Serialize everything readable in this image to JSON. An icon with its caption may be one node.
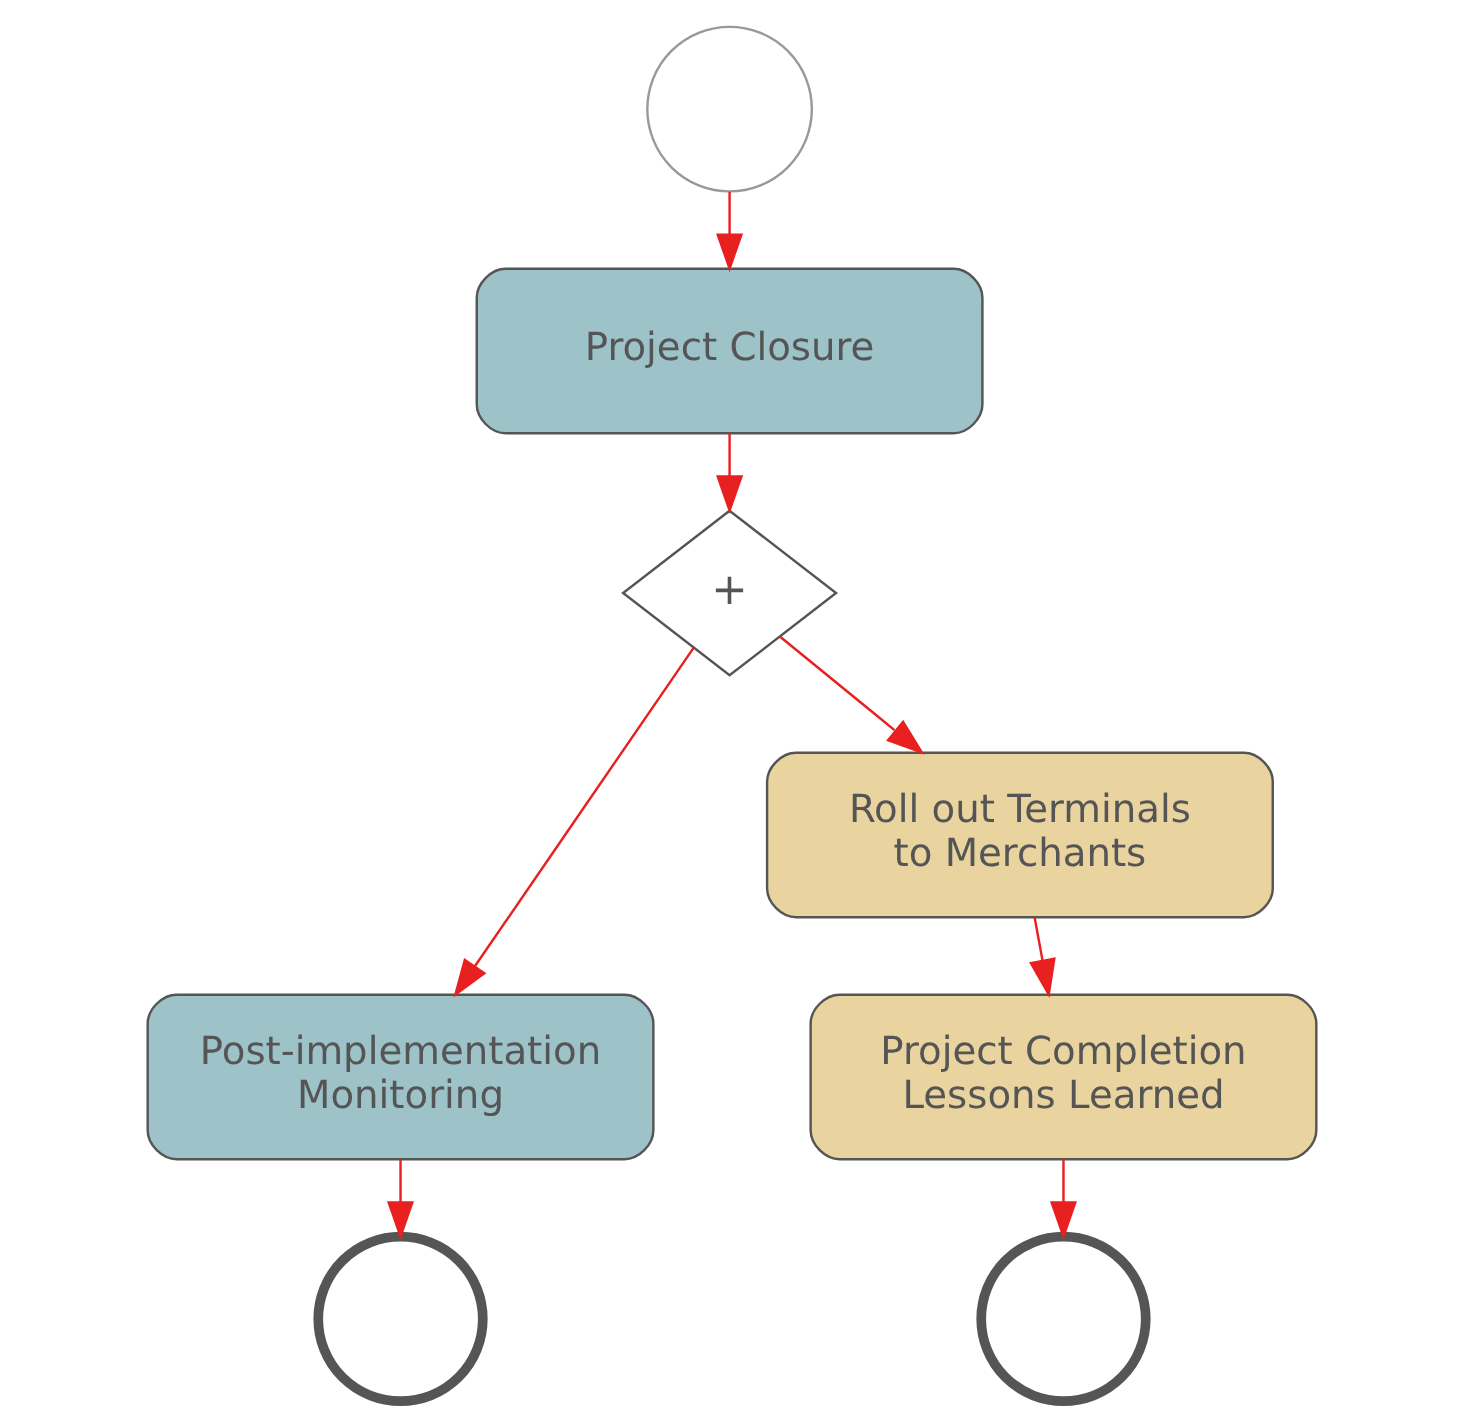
{
  "diagram": {
    "nodes": [
      {
        "text": [],
        "shape": "circle"
      },
      {
        "text": [
          "Project Closure"
        ]
      },
      {
        "text": [
          "+"
        ]
      },
      {
        "text": [
          "Post-implementation Monitoring"
        ]
      },
      {
        "text": [
          "Roll out Terminals to Merchants"
        ]
      },
      {
        "text": [
          "Project Completion Lessons Learned"
        ]
      },
      {
        "text": [],
        "shape": "circle"
      },
      {
        "text": [],
        "shape": "circle"
      }
    ],
    "edges": [
      {
        "from": 0,
        "to": 1,
        "arrow": "to"
      },
      {
        "from": 1,
        "to": 2,
        "arrow": "to"
      },
      {
        "from": 2,
        "to": 3,
        "arrow": "to"
      },
      {
        "from": 2,
        "to": 4,
        "arrow": "to"
      },
      {
        "from": 4,
        "to": 5,
        "arrow": "to"
      },
      {
        "from": 3,
        "to": 6,
        "arrow": "to"
      },
      {
        "from": 5,
        "to": 7,
        "arrow": "to"
      }
    ]
  }
}
